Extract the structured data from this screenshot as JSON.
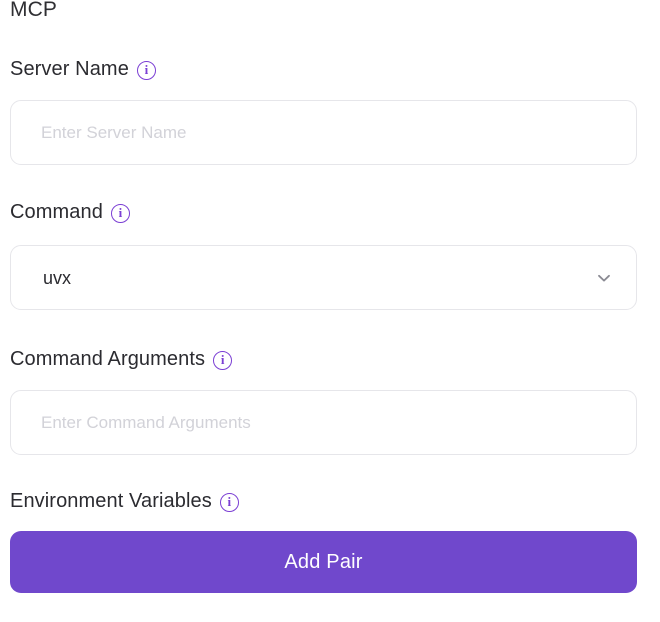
{
  "page": {
    "title": "MCP",
    "accent_color": "#7048cc",
    "info_icon_color": "#7b3fd4",
    "border_color": "#e6e6ea",
    "placeholder_color": "#d2d2d8"
  },
  "fields": [
    {
      "id": "server-name",
      "label": "Server Name",
      "info_icon": "info-icon",
      "control": "text",
      "value": "",
      "placeholder": "Enter Server Name"
    },
    {
      "id": "command",
      "label": "Command",
      "info_icon": "info-icon",
      "control": "select",
      "value": "uvx",
      "chevron_icon": "chevron-down-icon"
    },
    {
      "id": "command-arguments",
      "label": "Command Arguments",
      "info_icon": "info-icon",
      "control": "text",
      "value": "",
      "placeholder": "Enter Command Arguments"
    },
    {
      "id": "environment-variables",
      "label": "Environment Variables",
      "info_icon": "info-icon",
      "control": "pairs"
    }
  ],
  "info_glyph": "i",
  "buttons": {
    "add_pair": "Add Pair"
  }
}
